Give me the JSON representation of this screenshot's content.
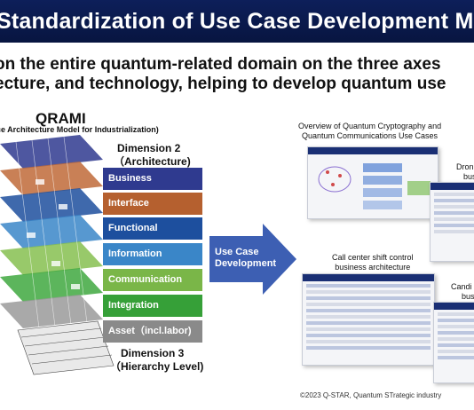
{
  "header": {
    "title": "Standardization of Use Case Development Method"
  },
  "subtitle": {
    "line1": "on the entire quantum-related domain on the three axes",
    "line2": "ecture, and technology, helping to develop quantum use"
  },
  "model": {
    "name": "QRAMI",
    "full_name": "ce Architecture Model for Industrialization)",
    "dimension2": {
      "title": "Dimension 2",
      "subtitle": "（Architecture)"
    },
    "dimension3": {
      "title": "Dimension 3",
      "subtitle": "（Hierarchy Level)"
    },
    "layers": [
      {
        "label": "Business",
        "color": "#2f3a8f"
      },
      {
        "label": "Interface",
        "color": "#b5602f"
      },
      {
        "label": "Functional",
        "color": "#1d4f9e"
      },
      {
        "label": "Information",
        "color": "#3a86c8"
      },
      {
        "label": "Communication",
        "color": "#7ab648"
      },
      {
        "label": "Integration",
        "color": "#36a038"
      },
      {
        "label": "Asset（incl.labor)",
        "color": "#8a8a8a"
      }
    ]
  },
  "arrow": {
    "label_line1": "Use Case",
    "label_line2": "Development",
    "color": "#3d5fb3"
  },
  "cases": {
    "quantum": {
      "line1": "Overview of Quantum Cryptography and",
      "line2": "Quantum Communications Use Cases"
    },
    "drone": {
      "line1": "Dron",
      "line2": "bus"
    },
    "callcenter": {
      "line1": "Call center shift control",
      "line2": "business architecture"
    },
    "candidate": {
      "line1": "Candi",
      "line2": "bus"
    }
  },
  "footer": {
    "copyright": "©2023  Q-STAR, Quantum STrategic industry"
  }
}
